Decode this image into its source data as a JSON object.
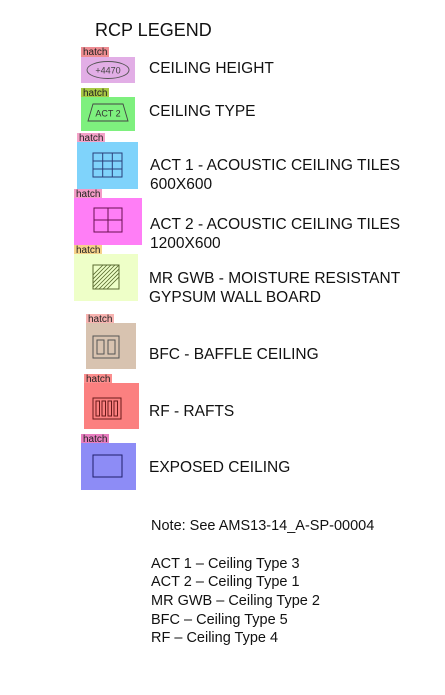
{
  "title": "RCP LEGEND",
  "hatch_tag": "hatch",
  "items": [
    {
      "swatch_text": "+4470",
      "label": "CEILING HEIGHT",
      "label2": "",
      "color": "#e2aee6",
      "tag_color": "#ee8c92"
    },
    {
      "swatch_text": "ACT 2",
      "label": "CEILING TYPE",
      "label2": "",
      "color": "#7ef07e",
      "tag_color": "#a8c844"
    },
    {
      "swatch_text": "",
      "label": "ACT 1 - ACOUSTIC CEILING TILES",
      "label2": "600X600",
      "color": "#7fd3fb",
      "tag_color": "#f4a2c8"
    },
    {
      "swatch_text": "",
      "label": "ACT 2 - ACOUSTIC CEILING TILES",
      "label2": "1200X600",
      "color": "#ff7ef6",
      "tag_color": "#f39cc6"
    },
    {
      "swatch_text": "",
      "label": "MR GWB - MOISTURE RESISTANT",
      "label2": "GYPSUM WALL BOARD",
      "color": "#eeffc8",
      "tag_color": "#f6d28a"
    },
    {
      "swatch_text": "",
      "label": "BFC - BAFFLE CEILING",
      "label2": "",
      "color": "#d8c3b0",
      "tag_color": "#f7b3b0"
    },
    {
      "swatch_text": "",
      "label": "RF - RAFTS",
      "label2": "",
      "color": "#fb8080",
      "tag_color": "#fb8e8e"
    },
    {
      "swatch_text": "",
      "label": "EXPOSED CEILING",
      "label2": "",
      "color": "#8d8cf6",
      "tag_color": "#e87ec0"
    }
  ],
  "note": "Note: See AMS13-14_A-SP-00004",
  "mapping": [
    "ACT 1 – Ceiling Type 3",
    "ACT 2 –  Ceiling Type 1",
    "MR GWB – Ceiling Type 2",
    "BFC – Ceiling Type 5",
    "RF – Ceiling Type 4"
  ]
}
